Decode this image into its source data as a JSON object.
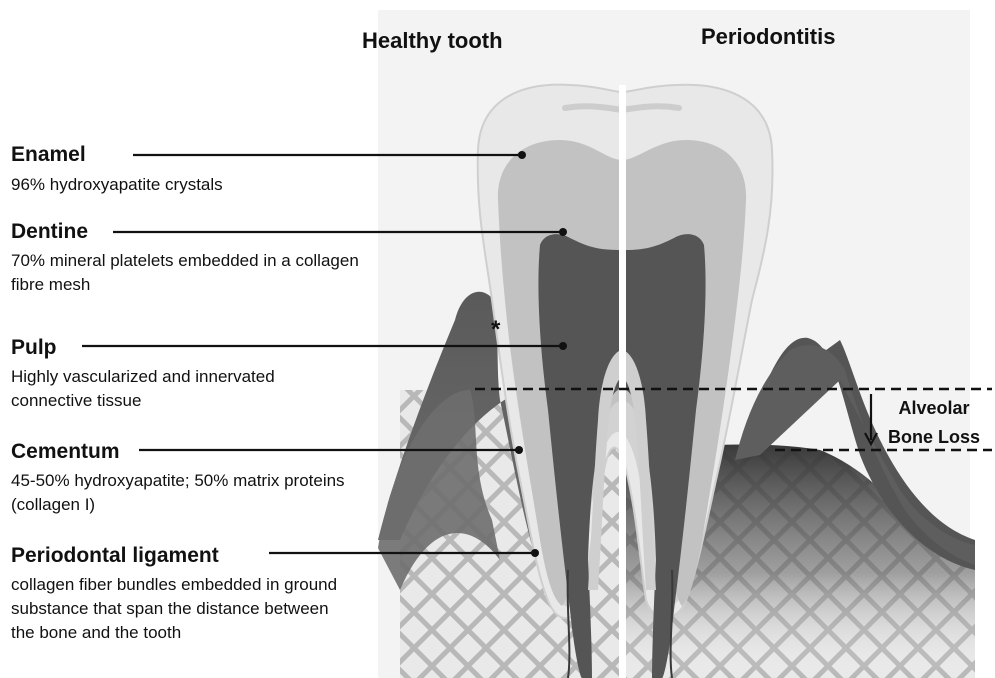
{
  "headings": {
    "left": "Healthy tooth",
    "right": "Periodontitis"
  },
  "labels": [
    {
      "name": "Enamel",
      "desc": "96% hydroxyapatite crystals"
    },
    {
      "name": "Dentine",
      "desc": "70% mineral platelets embedded in a collagen fibre mesh"
    },
    {
      "name": "Pulp",
      "desc": "Highly vascularized and innervated connective tissue"
    },
    {
      "name": "Cementum",
      "desc": "45-50% hydroxyapatite; 50% matrix proteins (collagen I)"
    },
    {
      "name": "Periodontal ligament",
      "desc": "collagen fiber bundles embedded in ground substance that span the distance between the bone and the tooth"
    }
  ],
  "bone_loss": {
    "line1": "Alveolar",
    "line2": "Bone Loss"
  },
  "marker": "*",
  "colors": {
    "enamel": "#ececec",
    "dentine": "#c4c4c4",
    "pulp": "#5a5a5a",
    "gum": "#6a6a6a",
    "bone": "#e4e4e4",
    "panel": "#f2f2f2"
  }
}
